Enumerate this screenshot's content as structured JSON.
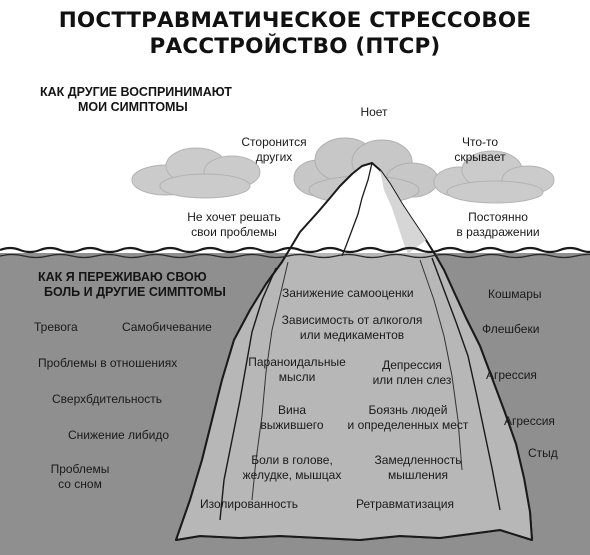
{
  "title": {
    "line1": "ПОСТТРАВМАТИЧЕСКОЕ СТРЕССОВОЕ",
    "line2": "РАССТРОЙСТВО (ПТСР)"
  },
  "above": {
    "heading": {
      "line1": "КАК ДРУГИЕ ВОСПРИНИМАЮТ",
      "line2": "МОИ СИМПТОМЫ"
    },
    "labels": {
      "whines": "Ноет",
      "avoids_1": "Сторонится",
      "avoids_2": "других",
      "hides_1": "Что-то",
      "hides_2": "скрывает",
      "no_solve_1": "Не хочет решать",
      "no_solve_2": "свои проблемы",
      "irritated_1": "Постоянно",
      "irritated_2": "в раздражении"
    }
  },
  "below": {
    "heading": {
      "line1": "КАК Я ПЕРЕЖИВАЮ СВОЮ",
      "line2": "БОЛЬ И ДРУГИЕ СИМПТОМЫ"
    },
    "labels": {
      "anxiety": "Тревога",
      "self_harm": "Самобичевание",
      "relationships": "Проблемы в отношениях",
      "hypervigilance": "Сверхбдительность",
      "libido": "Снижение либидо",
      "sleep_1": "Проблемы",
      "sleep_2": "со сном",
      "self_esteem": "Занижение самооценки",
      "addiction_1": "Зависимость от алкоголя",
      "addiction_2": "или медикаментов",
      "paranoid_1": "Параноидальные",
      "paranoid_2": "мысли",
      "depression_1": "Депрессия",
      "depression_2": "или плен слез",
      "survivor_1": "Вина",
      "survivor_2": "выжившего",
      "fear_1": "Боязнь людей",
      "fear_2": "и определенных мест",
      "pain_1": "Боли в голове,",
      "pain_2": "желудке, мышцах",
      "slow_1": "Замедленность",
      "slow_2": "мышления",
      "isolation": "Изолированность",
      "retrauma": "Ретравматизация",
      "nightmares": "Кошмары",
      "flashbacks": "Флешбеки",
      "aggression1": "Агрессия",
      "aggression2": "Агрессия",
      "shame": "Стыд"
    }
  },
  "colors": {
    "ink": "#1a1a1a",
    "water": "#8f8f8f",
    "cloud": "#c9c9c9",
    "iceberg_above": "#ffffff",
    "iceberg_below": "#b5b5b5"
  }
}
